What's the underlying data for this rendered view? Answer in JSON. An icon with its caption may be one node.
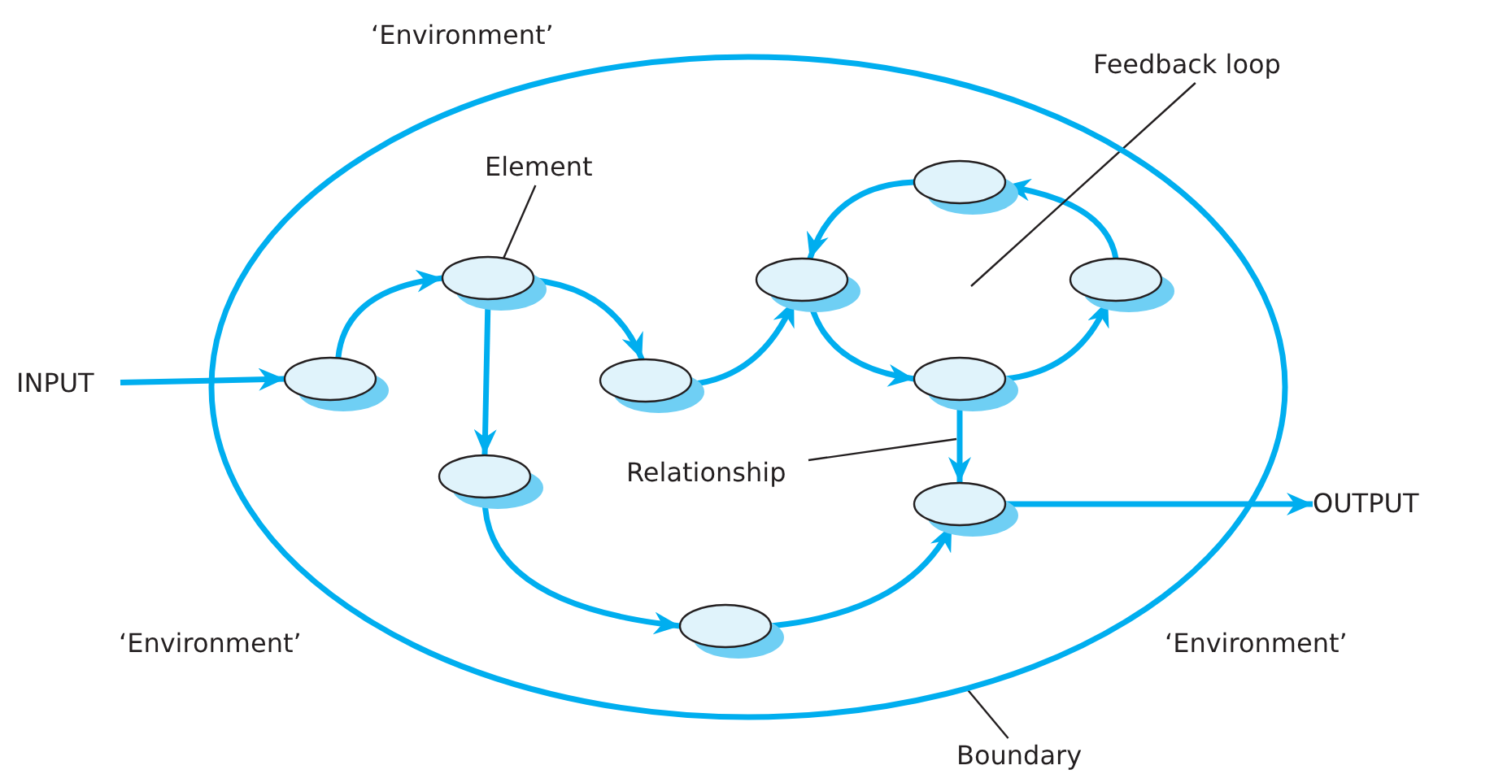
{
  "diagram": {
    "nodes": [
      {
        "text": [],
        "shape": "ellipse"
      },
      {
        "text": [
          "Feedback loop"
        ]
      },
      {
        "text": [
          "Element"
        ],
        "in": 0
      },
      {
        "text": [],
        "shape": "ellipse",
        "in": 0
      },
      {
        "text": [],
        "shape": "ellipse",
        "in": 0
      },
      {
        "text": [],
        "shape": "ellipse",
        "in": 0
      },
      {
        "text": [],
        "shape": "ellipse",
        "in": 0
      },
      {
        "text": [],
        "shape": "ellipse",
        "in": 0
      },
      {
        "text": [],
        "shape": "ellipse",
        "in": 0
      },
      {
        "text": [],
        "shape": "ellipse",
        "in": 0
      },
      {
        "text": [
          "INPUT"
        ]
      },
      {
        "text": [],
        "shape": "ellipse",
        "in": 0
      },
      {
        "text": [
          "Relationship"
        ],
        "in": 0
      },
      {
        "text": [],
        "shape": "ellipse",
        "in": 0
      },
      {
        "text": [
          "OUTPUT"
        ]
      },
      {
        "text": [],
        "shape": "ellipse",
        "in": 0
      },
      {
        "text": [
          "Boundary"
        ]
      }
    ],
    "edges": [
      {
        "from": 10,
        "to": 7,
        "arrow": "to"
      },
      {
        "from": 7,
        "to": 4,
        "arrow": "to"
      },
      {
        "from": 4,
        "to": 8,
        "arrow": "to"
      },
      {
        "from": 4,
        "to": 11,
        "arrow": "to"
      },
      {
        "from": 8,
        "to": 5,
        "arrow": "to"
      },
      {
        "from": 5,
        "to": 9,
        "arrow": "to"
      },
      {
        "from": 9,
        "to": 6,
        "arrow": "to"
      },
      {
        "from": 6,
        "to": 3,
        "arrow": "to"
      },
      {
        "from": 3,
        "to": 5,
        "arrow": "to"
      },
      {
        "from": 9,
        "to": 13,
        "arrow": "to"
      },
      {
        "from": 11,
        "to": 15,
        "arrow": "to"
      },
      {
        "from": 15,
        "to": 13,
        "arrow": "to"
      },
      {
        "from": 13,
        "to": 14,
        "arrow": "to"
      },
      {
        "from": 2,
        "to": 4,
        "arrow": "none",
        "color": "#231f20"
      },
      {
        "from": 1,
        "to": null,
        "arrow": "none",
        "color": "#231f20"
      },
      {
        "from": 12,
        "to": null,
        "arrow": "none",
        "color": "#231f20"
      },
      {
        "from": 16,
        "to": 0,
        "arrow": "none",
        "color": "#231f20"
      }
    ],
    "labels": [
      "‘Environment’",
      "‘Environment’",
      "‘Environment’"
    ]
  }
}
